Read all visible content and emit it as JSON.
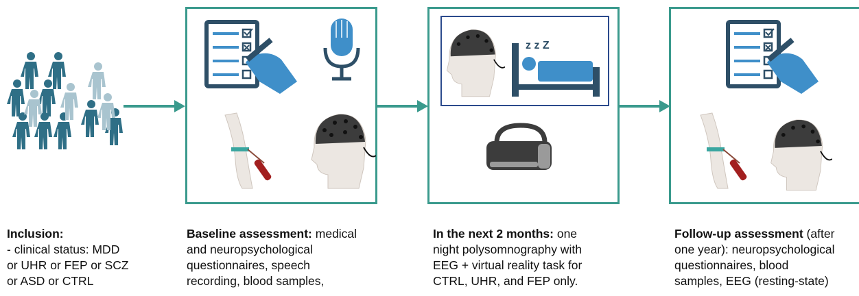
{
  "captions": {
    "inclusion": {
      "heading": "Inclusion:",
      "lines": [
        "- clinical status: MDD",
        "or UHR or FEP or SCZ",
        "or ASD or CTRL"
      ]
    },
    "baseline": {
      "heading": "Baseline assessment:",
      "heading_rest": " medical",
      "lines": [
        "and neuropsychological",
        "questionnaires,  speech",
        "recording, blood samples,"
      ]
    },
    "next": {
      "heading": "In the next 2 months:",
      "heading_rest": " one",
      "lines": [
        "night polysomnography with",
        "EEG + virtual reality task for",
        "CTRL, UHR, and FEP only."
      ]
    },
    "followup": {
      "heading": "Follow-up assessment",
      "heading_rest": " (after",
      "lines": [
        "one year): neuropsychological",
        "questionnaires,  blood",
        "samples, EEG (resting-state)"
      ]
    },
    "sleep_zzz": "z z Z"
  },
  "colors": {
    "teal": "#3a9a8d",
    "navy_blue": "#2b4a8c",
    "people_dark": "#2f6f86",
    "people_light": "#a9c4cf",
    "blue_icon": "#3f8fc9",
    "dark_icon": "#2e4f67"
  },
  "icons": [
    "people-group-icon",
    "checklist-questionnaire-icon",
    "microphone-icon",
    "blood-sample-arm-icon",
    "eeg-cap-head-icon",
    "sleeping-bed-icon",
    "vr-headset-icon"
  ]
}
